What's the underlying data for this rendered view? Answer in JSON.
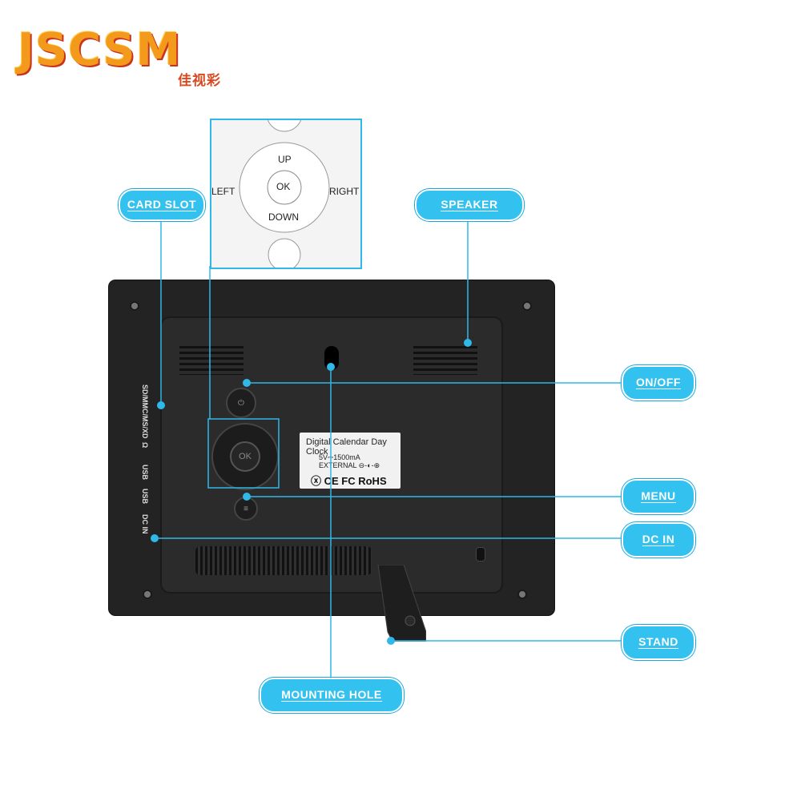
{
  "logo": {
    "brand": "JSCSM",
    "chinese": "佳视彩"
  },
  "dpad_diagram": {
    "up": "UP",
    "down": "DOWN",
    "left": "LEFT",
    "right": "RIGHT",
    "ok": "OK"
  },
  "device": {
    "side_labels": [
      "SD/MMC/MS/XD",
      "Ω",
      "USB",
      "USB",
      "DC IN"
    ],
    "ok_button": "OK",
    "sticker": {
      "title": "Digital Calendar Day Clock",
      "power": "5V⎓1500mA",
      "external": "EXTERNAL ⊖-◐-⊕",
      "marks": "ⓧ CE FC RoHS"
    }
  },
  "callouts": {
    "card_slot": "CARD SLOT",
    "speaker": "SPEAKER",
    "on_off": "ON/OFF",
    "menu": "MENU",
    "dc_in": "DC IN",
    "stand": "STAND",
    "mounting_hole": "MOUNTING HOLE"
  },
  "colors": {
    "accent": "#33c2f0",
    "line": "#2fb8e8",
    "brand_orange": "#f39a1c",
    "brand_red": "#c8321e"
  }
}
